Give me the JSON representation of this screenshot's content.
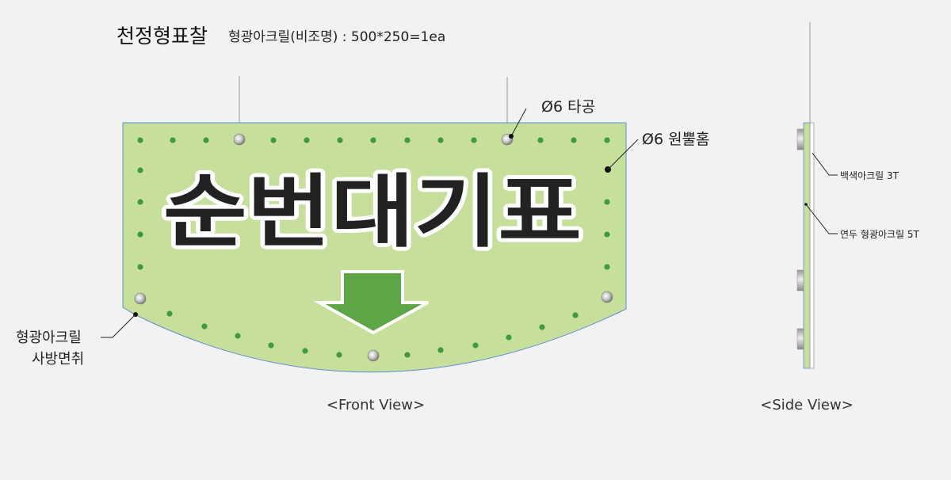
{
  "header": {
    "title": "천정형표찰",
    "spec": "형광아크릴(비조명) : 500*250=1ea"
  },
  "front_view": {
    "sign_text": "순번대기표",
    "arrow_icon": "arrow-down-icon",
    "callouts": {
      "hole": "Ø6 타공",
      "countersink": "Ø6 원뿔홈",
      "edge_line1": "형광아크릴",
      "edge_line2": "사방면취"
    },
    "caption": "<Front View>"
  },
  "side_view": {
    "layer_white": "백색아크릴 3T",
    "layer_green": "연두 형광아크릴 5T",
    "caption": "<Side View>"
  },
  "colors": {
    "sign_fill": "#c6e09b",
    "sign_outline": "#5b8fd6",
    "sign_text": "#b01f7a",
    "arrow_fill": "#5ea545",
    "hole_dot": "#3d9b3d"
  }
}
